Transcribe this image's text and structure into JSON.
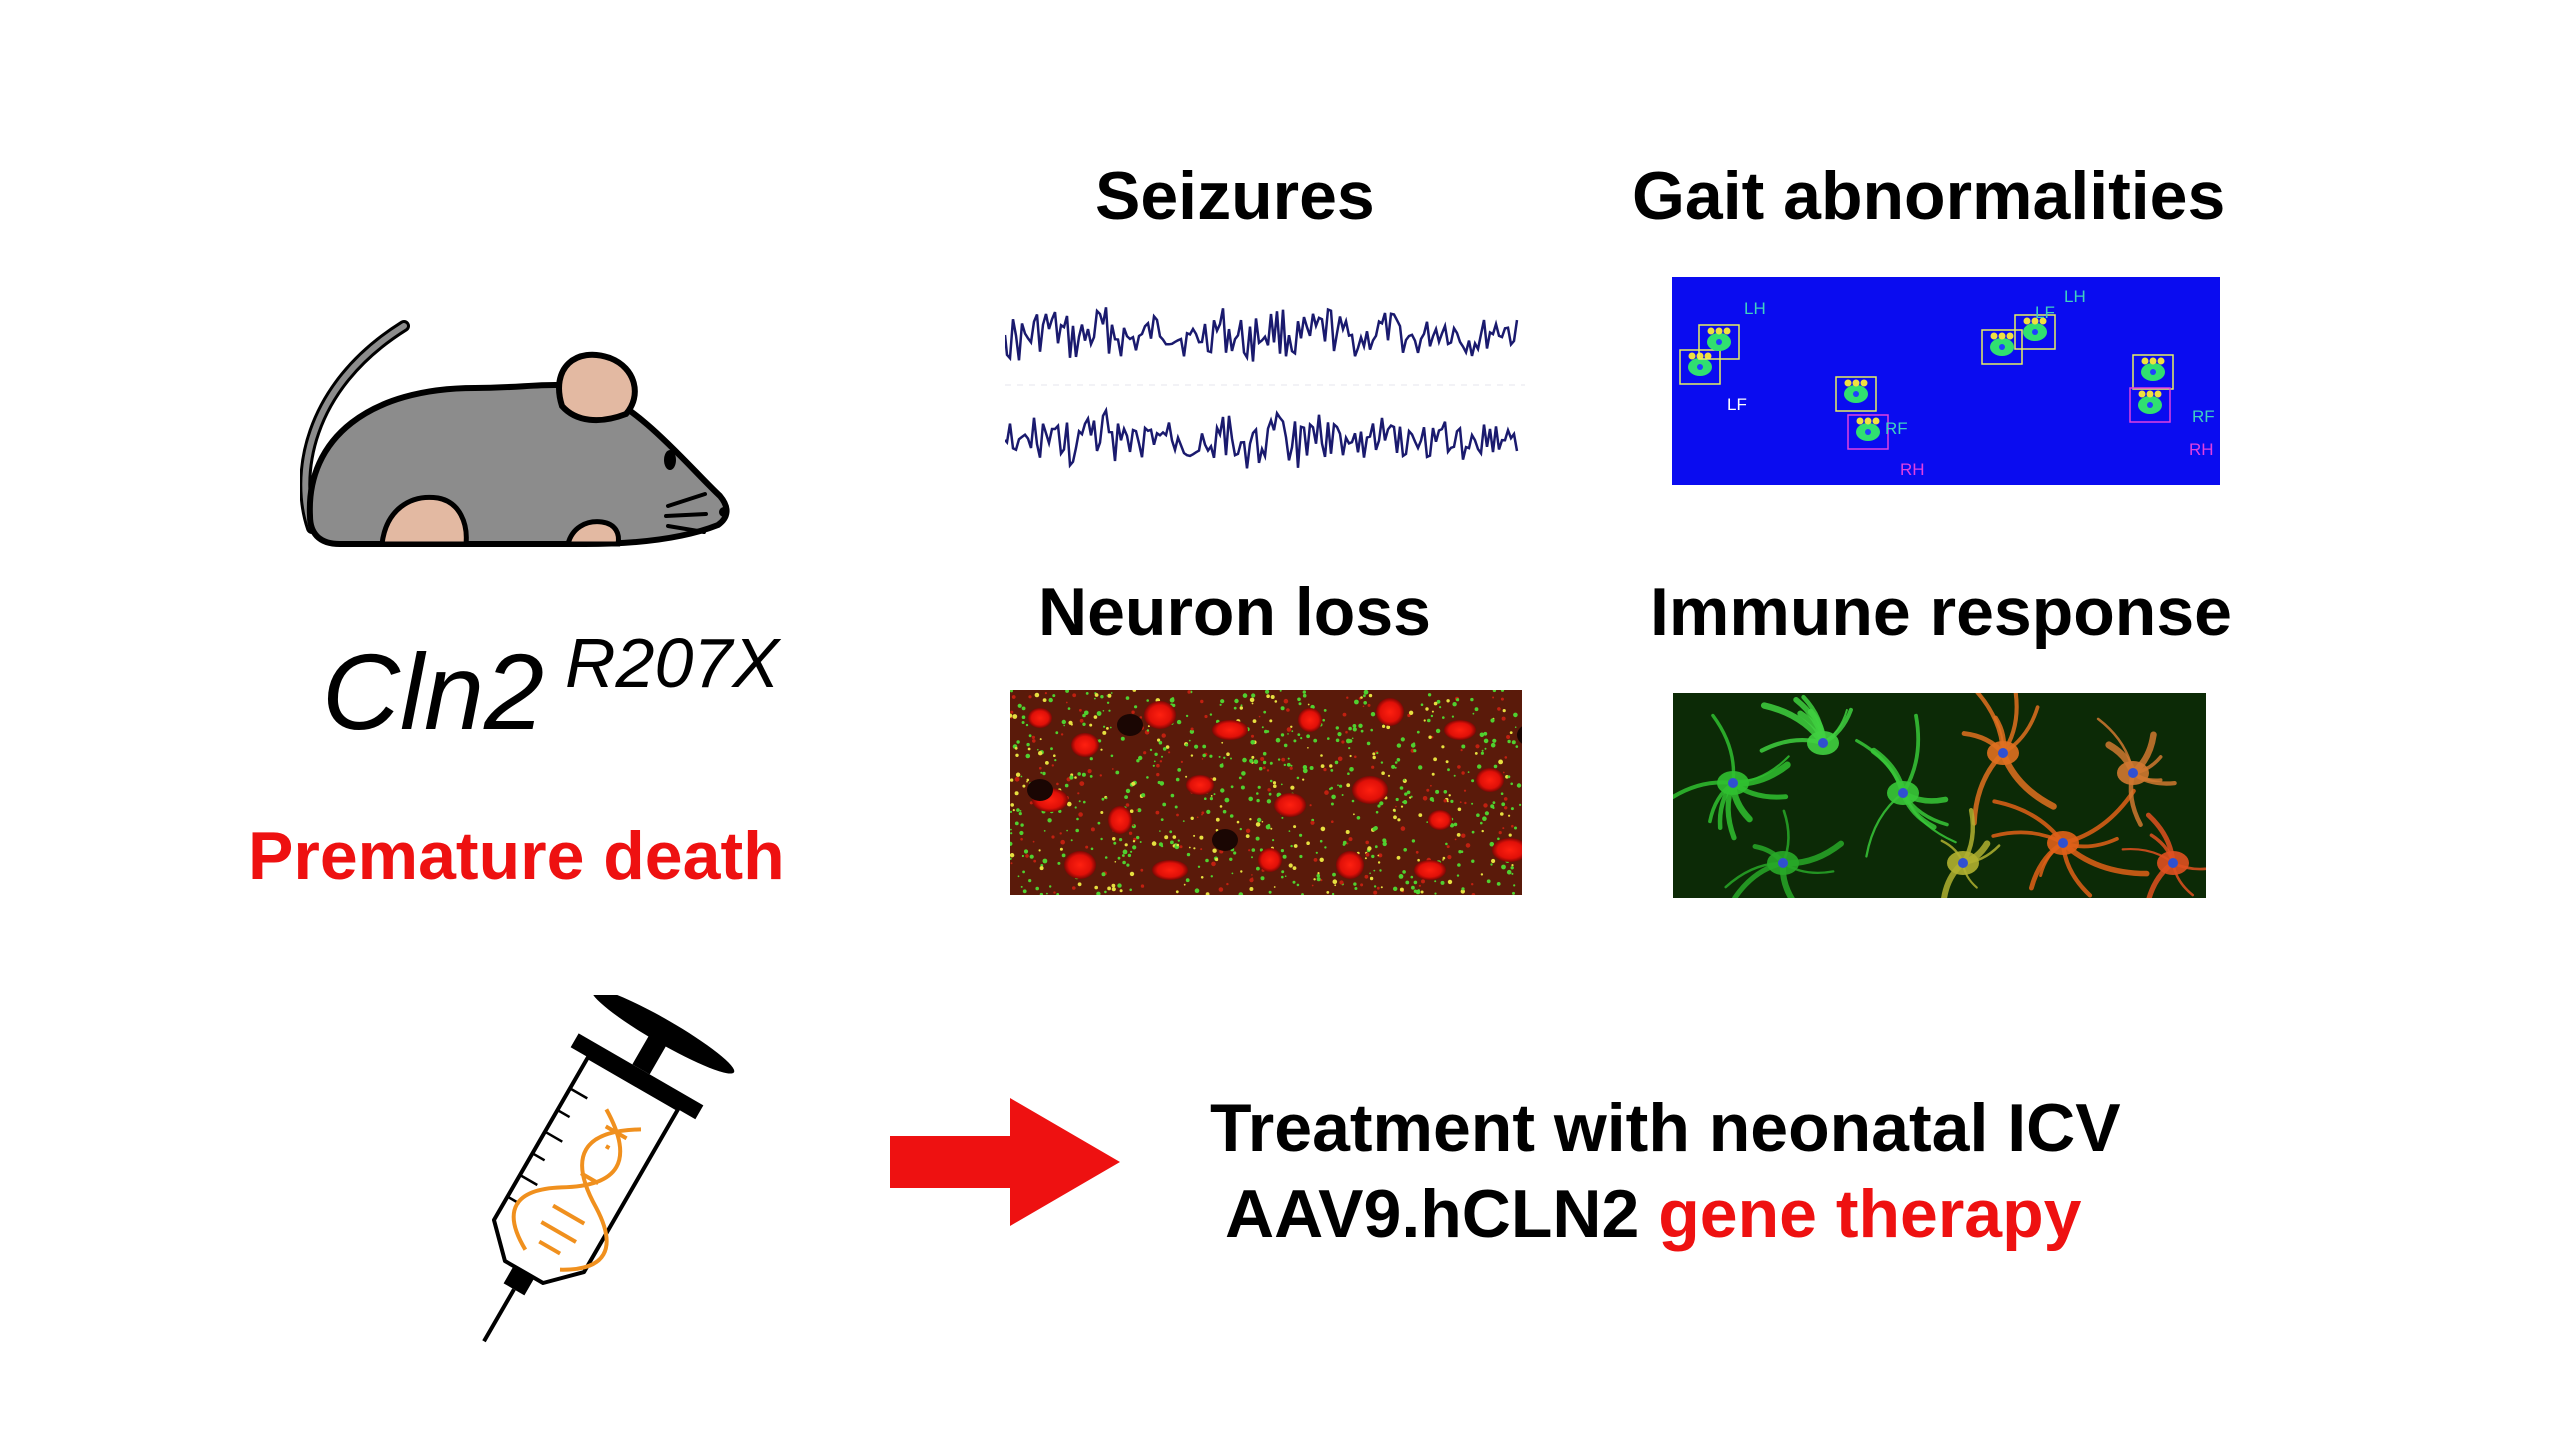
{
  "model": {
    "gene": "Cln2",
    "allele": "R207X",
    "outcome": "Premature death"
  },
  "phenotypes": [
    {
      "label": "Seizures"
    },
    {
      "label": "Gait abnormalities"
    },
    {
      "label": "Neuron loss"
    },
    {
      "label": "Immune response"
    }
  ],
  "gait_panel": {
    "labels": [
      "LH",
      "LF",
      "LH",
      "LF",
      "RF",
      "RH",
      "RF",
      "RH"
    ]
  },
  "treatment": {
    "line1": "Treatment with neonatal ICV",
    "line2_prefix": "AAV9.hCLN2 ",
    "line2_highlight": "gene therapy"
  },
  "icons": {
    "mouse": "mouse-icon",
    "syringe": "syringe-icon",
    "arrow": "right-arrow-icon"
  },
  "colors": {
    "accent_red": "#ee1111",
    "mouse_body": "#8c8c8c",
    "mouse_ear": "#e3b9a2",
    "dna": "#f0901e",
    "gait_bg": "#0a0cf0",
    "eeg_trace": "#1a1a6e"
  }
}
